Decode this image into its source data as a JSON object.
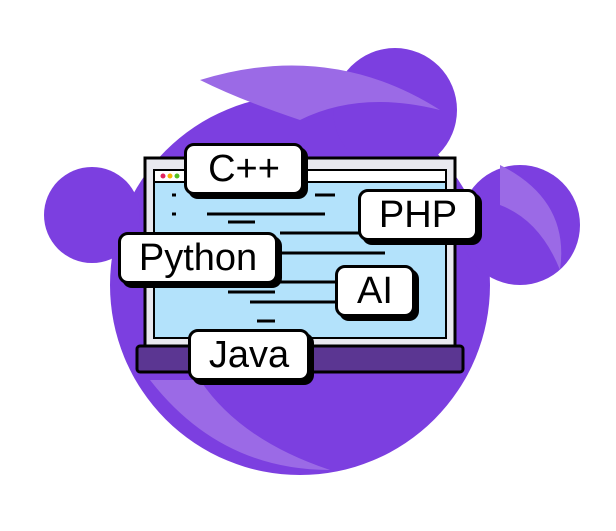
{
  "colors": {
    "blob": "#7c3fe0",
    "blob_light": "#9b6ae6",
    "screen": "#b3e2fb",
    "frame": "#e9e9ef",
    "base": "#5b3692"
  },
  "labels": {
    "cpp": "C++",
    "php": "PHP",
    "python": "Python",
    "ai": "AI",
    "java": "Java"
  }
}
